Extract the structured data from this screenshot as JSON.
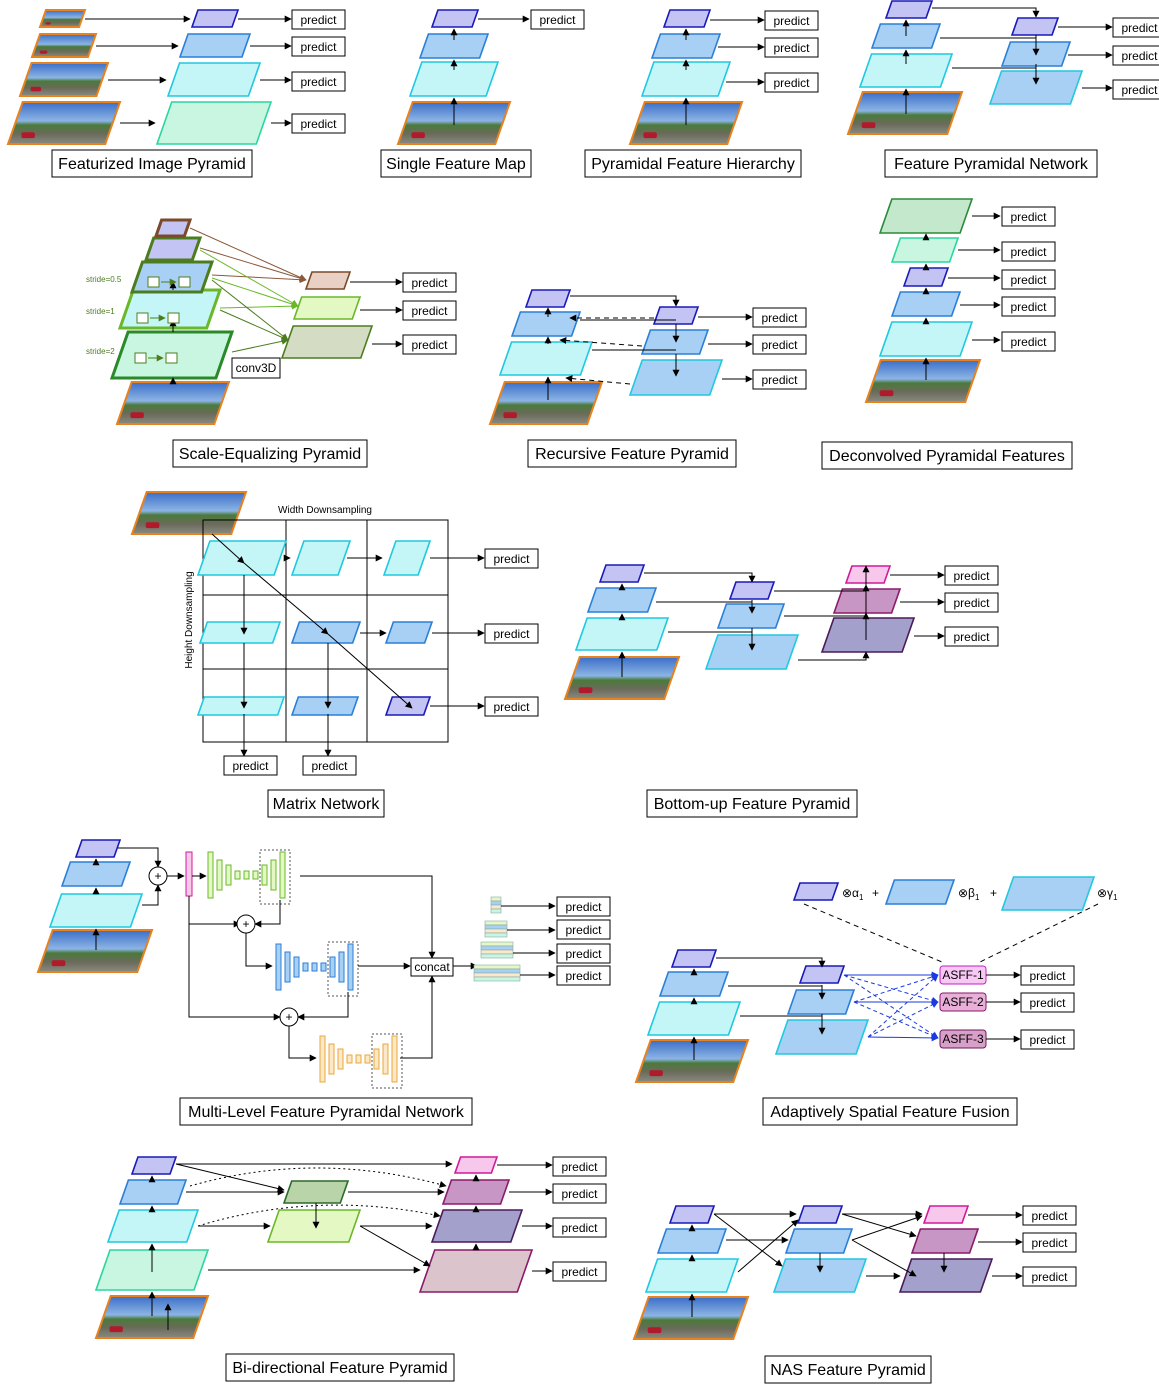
{
  "predict_label": "predict",
  "panels": {
    "featurized_image_pyramid": "Featurized Image Pyramid",
    "single_feature_map": "Single Feature Map",
    "pyramidal_feature_hierarchy": "Pyramidal Feature Hierarchy",
    "feature_pyramidal_network": "Feature Pyramidal Network",
    "scale_equalizing_pyramid": "Scale-Equalizing Pyramid",
    "recursive_feature_pyramid": "Recursive Feature Pyramid",
    "deconvolved_pyramidal_features": "Deconvolved Pyramidal Features",
    "matrix_network": "Matrix Network",
    "bottom_up_feature_pyramid": "Bottom-up Feature Pyramid",
    "multi_level_feature_pyramidal_network": "Multi-Level Feature Pyramidal Network",
    "adaptively_spatial_feature_fusion": "Adaptively Spatial Feature Fusion",
    "bi_directional_feature_pyramid": "Bi-directional Feature Pyramid",
    "nas_feature_pyramid": "NAS Feature Pyramid"
  },
  "sepc": {
    "stride_small": "stride=0.5",
    "stride_mid": "stride=1",
    "stride_large": "stride=2",
    "conv3d": "conv3D"
  },
  "matrix": {
    "width_downsampling": "Width Downsampling",
    "height_downsampling": "Height Downsampling"
  },
  "mlfpn": {
    "concat": "concat",
    "plus": "+"
  },
  "asff": {
    "asff1": "ASFF-1",
    "asff2": "ASFF-2",
    "asff3": "ASFF-3",
    "formula": {
      "alpha": "⊗α",
      "beta": "⊗β",
      "gamma": "⊗γ",
      "subscript": "1",
      "plus": "+"
    }
  },
  "colors": {
    "top": "#c4c4f4",
    "top_stroke": "#1a1ab8",
    "mid": "#a8d0f4",
    "mid_stroke": "#2a7fd6",
    "cyan": "#c4f6f8",
    "cyan_stroke": "#20c8e0",
    "mint": "#c8f6e0",
    "mint_stroke": "#2ad6a0",
    "pink": "#f8c8ec",
    "pink_stroke": "#d01a9a",
    "mauve": "#c896c4",
    "mauve_stroke": "#8a1a6a",
    "slate": "#a4a0cc",
    "slate_stroke": "#4a1a5a",
    "image_stroke": "#e8821e"
  }
}
